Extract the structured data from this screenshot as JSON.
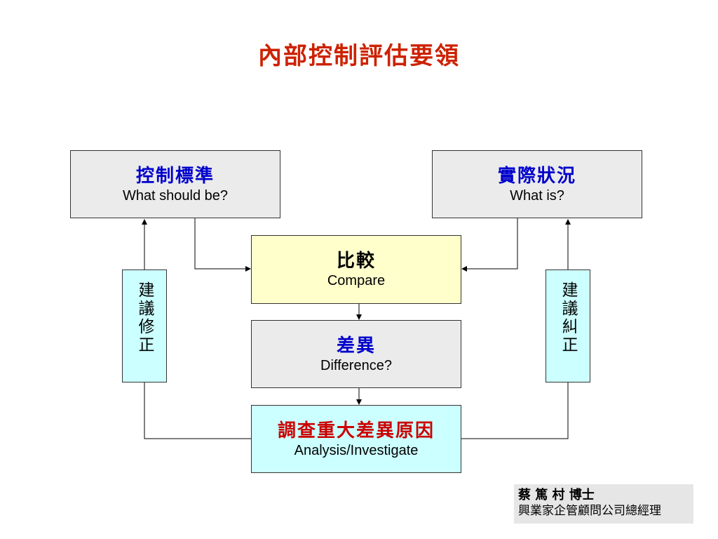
{
  "title": "內部控制評估要領",
  "boxes": {
    "standard": {
      "zh": "控制標準",
      "en": "What should be?"
    },
    "actual": {
      "zh": "實際狀況",
      "en": "What is?"
    },
    "compare": {
      "zh": "比較",
      "en": "Compare"
    },
    "difference": {
      "zh": "差異",
      "en": "Difference?"
    },
    "analysis": {
      "zh": "調查重大差異原因",
      "en": "Analysis/Investigate"
    }
  },
  "side": {
    "left": "建議修正",
    "right": "建議糾正"
  },
  "author": {
    "name": "蔡 篤 村  博士",
    "company": "興業家企管顧問公司總經理"
  },
  "colors": {
    "title": "#cc2200",
    "blue_text": "#0000cc",
    "red_text": "#cc0000",
    "gray_box": "#ebebeb",
    "yellow_box": "#ffffcc",
    "cyan_box": "#ccffff"
  }
}
